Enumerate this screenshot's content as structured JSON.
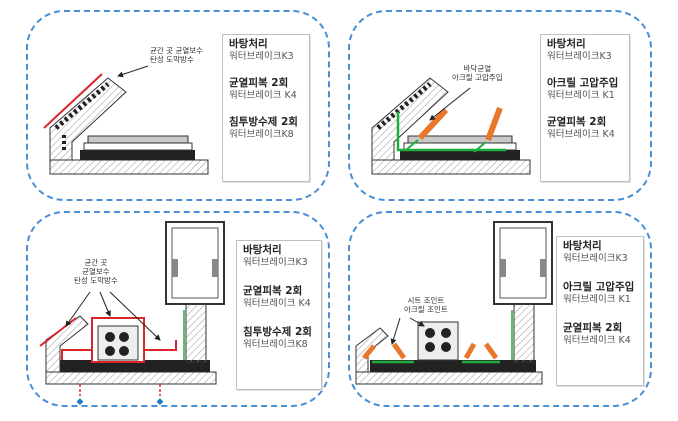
{
  "panels": [
    {
      "note": [
        "균간 곳 균열보수",
        "탄성 도막방수"
      ],
      "legend": [
        {
          "title": "바탕처리",
          "sub": "워터브레이크K3"
        },
        {
          "title": "균열피복 2회",
          "sub": "워터브레이크 K4"
        },
        {
          "title": "침투방수제 2회",
          "sub": "워터브레이크K8"
        }
      ]
    },
    {
      "note": [
        "바닥균열",
        "아크릴 고압주입"
      ],
      "legend": [
        {
          "title": "바탕처리",
          "sub": "워터브레이크K3"
        },
        {
          "title": "아크릴 고압주입",
          "sub": "워터브레이크 K1"
        },
        {
          "title": "균열피복 2회",
          "sub": "워터브레이크 K4"
        }
      ]
    },
    {
      "note": [
        "균간 곳",
        "균열보수",
        "탄성 도막방수"
      ],
      "legend": [
        {
          "title": "바탕처리",
          "sub": "워터브레이크K3"
        },
        {
          "title": "균열피복 2회",
          "sub": "워터브레이크 K4"
        },
        {
          "title": "침투방수제 2회",
          "sub": "워터브레이크K8"
        }
      ]
    },
    {
      "note": [
        "시트 조인트",
        "아크릴 조인트"
      ],
      "legend": [
        {
          "title": "바탕처리",
          "sub": "워터브레이크K3"
        },
        {
          "title": "아크릴 고압주입",
          "sub": "워터브레이크 K1"
        },
        {
          "title": "균열피복 2회",
          "sub": "워터브레이크 K4"
        }
      ]
    }
  ],
  "colors": {
    "border": "#4a8fd6",
    "membrane": "#d9262b",
    "injection": "#e8762b",
    "green": "#1fae3c",
    "drain": "#1f78c8"
  }
}
